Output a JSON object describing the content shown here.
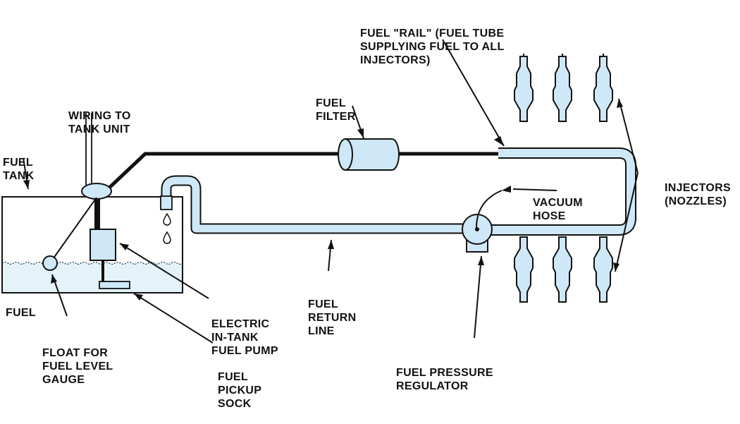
{
  "colors": {
    "component_fill": "#cfe8f7",
    "fuel_fill": "#e4f2fa",
    "outline": "#111111",
    "background": "#ffffff"
  },
  "labels": {
    "fuel_rail": [
      "FUEL \"RAIL\" (FUEL TUBE",
      "SUPPLYING FUEL TO ALL",
      "INJECTORS)"
    ],
    "fuel_filter": [
      "FUEL",
      "FILTER"
    ],
    "wiring": [
      "WIRING TO",
      "TANK UNIT"
    ],
    "fuel_tank": [
      "FUEL",
      "TANK"
    ],
    "injectors": [
      "INJECTORS",
      "(NOZZLES)"
    ],
    "vacuum_hose": [
      "VACUUM",
      "HOSE"
    ],
    "fuel_in_tank": "FUEL",
    "return_line": [
      "FUEL",
      "RETURN",
      "LINE"
    ],
    "electric_pump": [
      "ELECTRIC",
      "IN-TANK",
      "FUEL PUMP"
    ],
    "float": [
      "FLOAT FOR",
      "FUEL LEVEL",
      "GAUGE"
    ],
    "pickup_sock": [
      "FUEL",
      "PICKUP",
      "SOCK"
    ],
    "pressure_regulator": [
      "FUEL PRESSURE",
      "REGULATOR"
    ]
  }
}
